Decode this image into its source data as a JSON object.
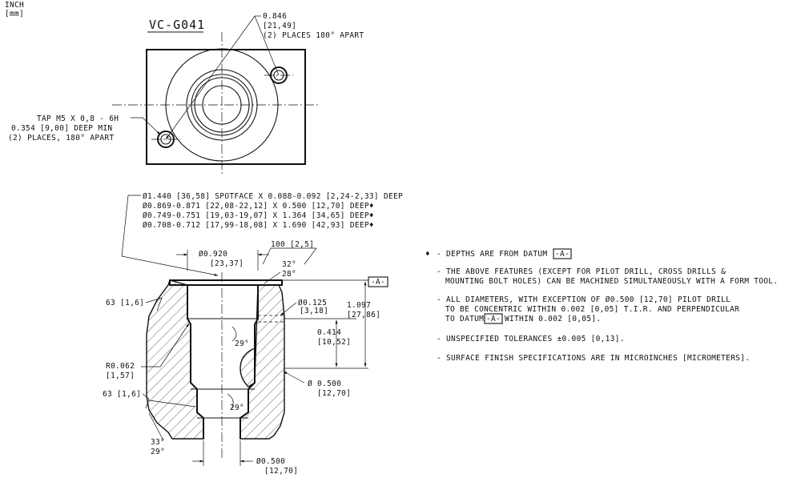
{
  "units": {
    "inch": "INCH",
    "mm": "[mm]"
  },
  "top_view": {
    "title": "VC-G041",
    "hole_dim": {
      "l1": "0.846",
      "l2": "[21,49]",
      "l3": "(2) PLACES 180° APART"
    },
    "tap_note": {
      "l1": "TAP M5 X 0,8 - 6H",
      "l2": "0.354 [9,00] DEEP MIN",
      "l3": "(2) PLACES, 180° APART"
    }
  },
  "feature_callouts": [
    "Ø1.440 [36,58] SPOTFACE X 0.088-0.092 [2,24-2,33] DEEP",
    "Ø0.869-0.871 [22,08-22,12] X 0.500 [12,70] DEEP♦",
    "Ø0.749-0.751 [19,03-19,07] X 1.364 [34,65] DEEP♦",
    "Ø0.708-0.712 [17,99-18,08] X 1.690 [42,93] DEEP♦"
  ],
  "section_view": {
    "dim_top_dia": {
      "l1": "Ø0.920",
      "l2": "[23,37]"
    },
    "dim_100": "100 [2,5]",
    "angle_32": "32°",
    "angle_28": "28°",
    "datum": "-A-",
    "surf_63_top": "63 [1,6]",
    "dim_cross_125": {
      "l1": "Ø0.125",
      "l2": "[3,18]"
    },
    "dim_1097": {
      "l1": "1.097",
      "l2": "[27,86]"
    },
    "dim_414": {
      "l1": "0.414",
      "l2": "[10,52]"
    },
    "angle_29_upper": "29°",
    "radius": {
      "l1": "R0.062",
      "l2": "[1,57]"
    },
    "dim_500_cross": {
      "l1": "Ø 0.500",
      "l2": "[12,70]"
    },
    "surf_63_low": "63 [1,6]",
    "angle_29_lower": "29°",
    "angle_33": "33°",
    "angle_29_bottom": "29°",
    "dim_500_bottom": {
      "l1": "Ø0.500",
      "l2": "[12,70]"
    }
  },
  "notes": {
    "n1_marker": "♦",
    "n1_text": "- DEPTHS ARE FROM DATUM",
    "n1_datum": "-A-",
    "n2": [
      "- THE ABOVE FEATURES (EXCEPT FOR PILOT DRILL, CROSS DRILLS &",
      "MOUNTING BOLT HOLES) CAN BE MACHINED SIMULTANEOUSLY WITH A FORM TOOL."
    ],
    "n3": [
      "- ALL DIAMETERS, WITH EXCEPTION OF Ø0.500 [12,70] PILOT DRILL",
      "TO BE CONCENTRIC WITHIN 0.002 [0,05] T.I.R. AND PERPENDICULAR",
      "TO DATUM",
      "-A-",
      "WITHIN 0.002 [0,05]."
    ],
    "n4": "- UNSPECIFIED TOLERANCES ±0.005 [0,13].",
    "n5": "- SURFACE FINISH SPECIFICATIONS ARE IN MICROINCHES [MICROMETERS]."
  }
}
